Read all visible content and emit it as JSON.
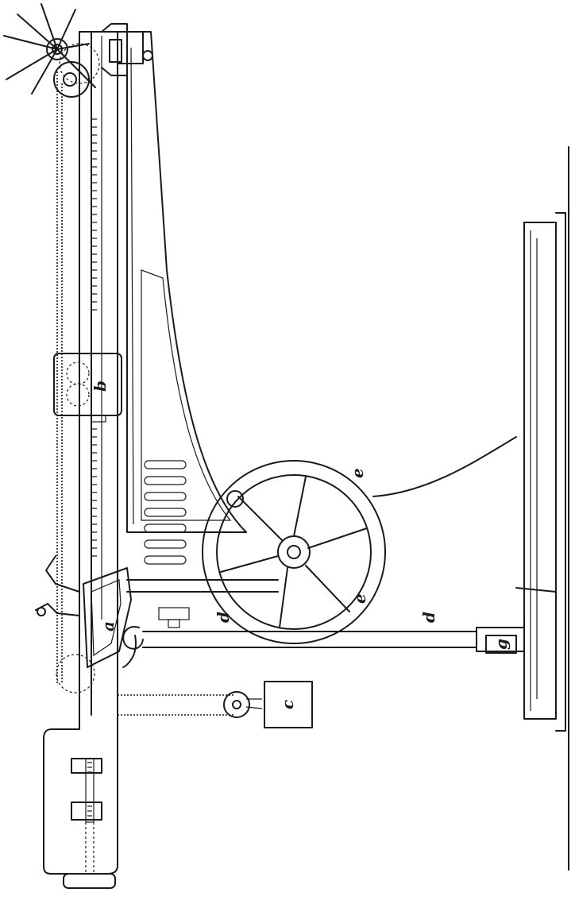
{
  "colors": {
    "ink": "#1a1a1a",
    "paper": "#ffffff"
  },
  "labels": {
    "a": "a",
    "b": "b",
    "c": "c",
    "d_upper": "d",
    "d_lower": "d",
    "e_top": "e",
    "e_bottom": "e",
    "g": "g"
  }
}
